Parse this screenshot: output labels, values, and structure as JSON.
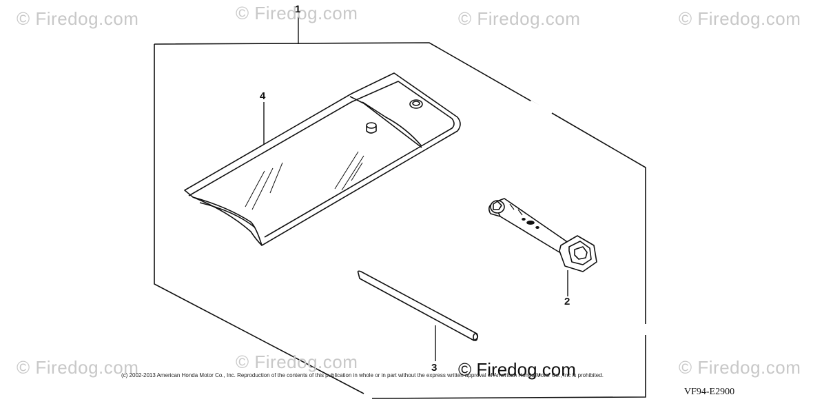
{
  "watermark": {
    "text": "© Firedog.com"
  },
  "callouts": {
    "kit": "1",
    "plug_wrench": "2",
    "handle_bar": "3",
    "tool_bag": "4"
  },
  "copyright": "(c) 2002-2013 American Honda Motor Co., Inc. Reproduction of the contents of this publication in whole or in part without the express written approval of American Honda Motor Co., Inc is prohibited.",
  "center_watermark": "© Firedog.com",
  "diagram_code": "VF94-E2900"
}
